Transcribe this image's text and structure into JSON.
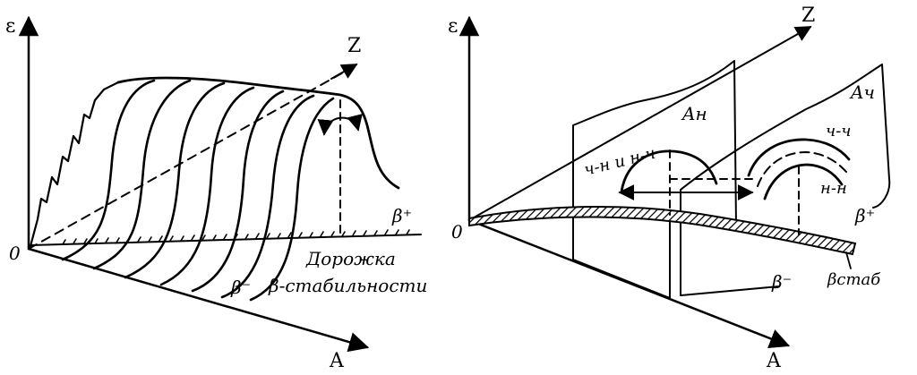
{
  "left_panel": {
    "axis_eps": "ε",
    "axis_z": "Z",
    "axis_a": "A",
    "origin": "0",
    "beta_plus": "β⁺",
    "beta_minus": "β⁻",
    "path_line1": "Дорожка",
    "path_line2": "β-стабильности"
  },
  "right_panel": {
    "axis_eps": "ε",
    "axis_z": "Z",
    "axis_a": "A",
    "origin": "0",
    "plane_an": "Aн",
    "plane_ach": "Aч",
    "label_ch_n_and_n_ch": "ч-н и н-ч",
    "label_ch_ch": "ч-ч",
    "label_n_n": "н-н",
    "beta_plus": "β⁺",
    "beta_minus": "β⁻",
    "beta_stab": "βстаб"
  }
}
